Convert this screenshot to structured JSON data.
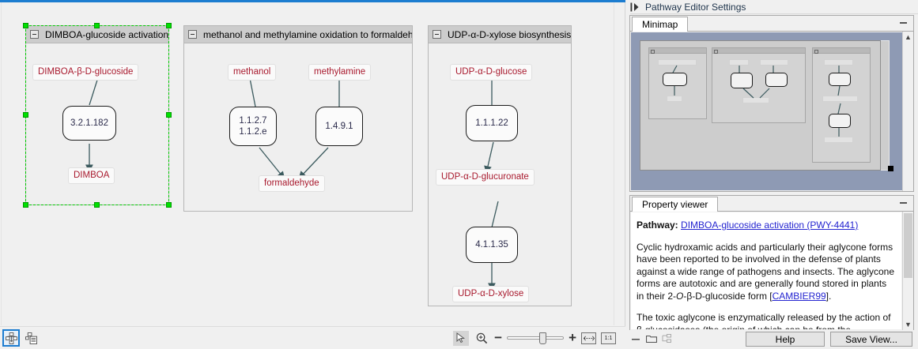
{
  "canvas": {
    "groups": [
      {
        "title": "DIMBOA-glucoside activation",
        "selected": true,
        "compounds": [
          {
            "label": "DIMBOA-β-D-glucoside"
          },
          {
            "label": "DIMBOA"
          }
        ],
        "enzymes": [
          {
            "lines": [
              "3.2.1.182"
            ]
          }
        ]
      },
      {
        "title": "methanol and methylamine oxidation to formaldehyde",
        "selected": false,
        "compounds": [
          {
            "label": "methanol"
          },
          {
            "label": "methylamine"
          },
          {
            "label": "formaldehyde"
          }
        ],
        "enzymes": [
          {
            "lines": [
              "1.1.2.7",
              "1.1.2.e"
            ]
          },
          {
            "lines": [
              "1.4.9.1"
            ]
          }
        ]
      },
      {
        "title": "UDP-α-D-xylose biosynthesis",
        "selected": false,
        "compounds": [
          {
            "label": "UDP-α-D-glucose"
          },
          {
            "label": "UDP-α-D-glucuronate"
          },
          {
            "label": "UDP-α-D-xylose"
          }
        ],
        "enzymes": [
          {
            "lines": [
              "1.1.1.22"
            ]
          },
          {
            "lines": [
              "4.1.1.35"
            ]
          }
        ]
      }
    ]
  },
  "toolbar": {
    "layout_tree_icon": "pathway-layout-icon",
    "layout_list_icon": "pathway-list-icon",
    "pointer_icon": "pointer-tool-icon",
    "zoom_icon": "zoom-tool-icon",
    "zoom_out_label": "−",
    "zoom_in_label": "+",
    "fit_width_label": "↔",
    "actual_size_label": "1:1"
  },
  "dock": {
    "title": "Pathway Editor Settings",
    "expand_icon": "expand-panel-icon",
    "minimap": {
      "tab_label": "Minimap",
      "minimize_icon": "minimize-icon"
    },
    "property_viewer": {
      "tab_label": "Property viewer",
      "minimize_icon": "minimize-icon",
      "pathway_label": "Pathway:",
      "pathway_link": "DIMBOA-glucoside activation (PWY-4441)",
      "para1_a": "Cyclic hydroxamic acids and particularly their aglycone forms have been reported to be involved in the defense of plants against a wide range of pathogens and insects. The aglycone forms are autotoxic and are generally found stored in plants in their 2-",
      "para1_italic": "O",
      "para1_b": "-β-D-glucoside form [",
      "para1_ref": "CAMBIER99",
      "para1_c": "].",
      "para2": "The toxic aglycone is enzymatically released by the action of β-glucosidases (the origin of which can be from the compromised plant"
    },
    "footer": {
      "collapse_icon": "collapse-icon",
      "folder_icon": "folder-icon",
      "layout_icon": "layout-icon",
      "help_label": "Help",
      "save_view_label": "Save View..."
    }
  },
  "colors": {
    "accent": "#1d7dd0",
    "compound_text": "#a8192d",
    "enzyme_text": "#2a2a4a",
    "edge": "#3b5a5e",
    "selection": "#00cc00",
    "group_header": "#cccccc",
    "minimap_bg": "#8e9ab4"
  }
}
